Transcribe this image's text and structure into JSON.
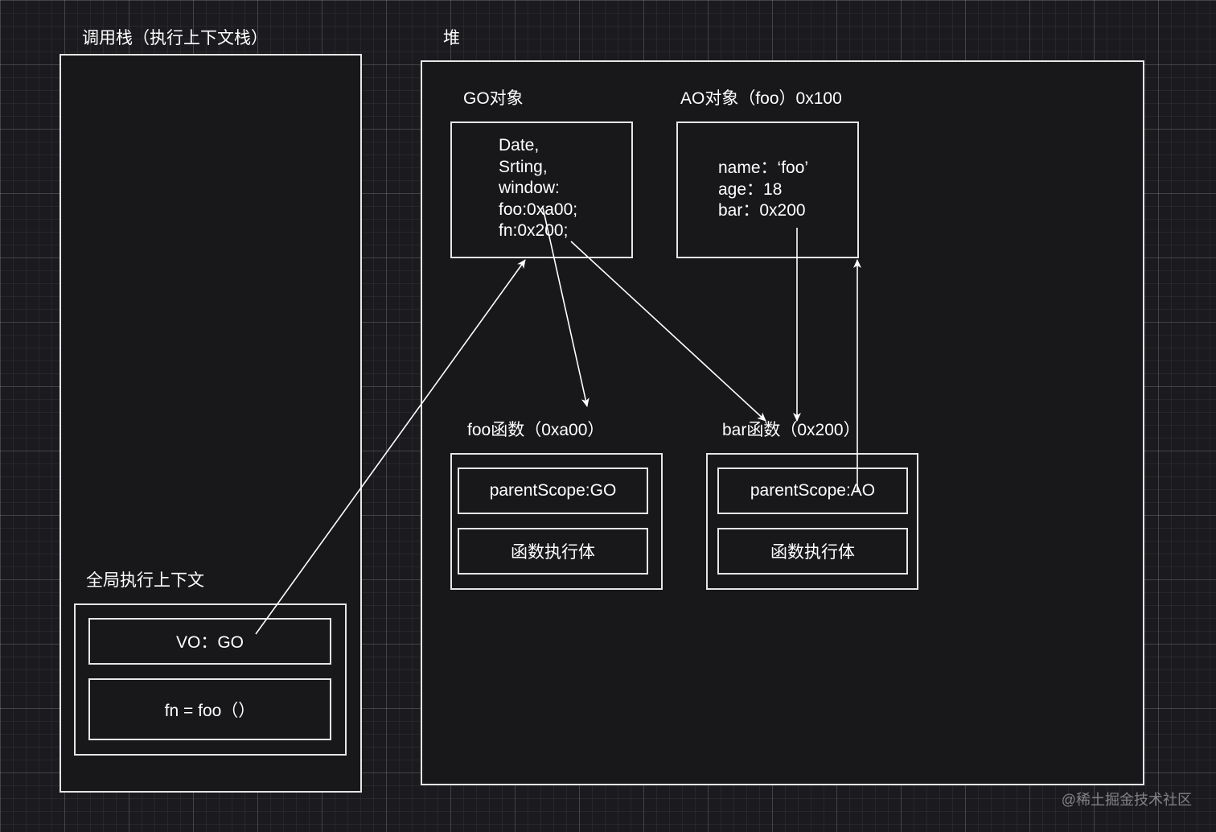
{
  "call_stack": {
    "title": "调用栈（执行上下文栈）",
    "global_context": {
      "title": "全局执行上下文",
      "vo": "VO：GO",
      "statement": "fn = foo（）"
    }
  },
  "heap": {
    "title": "堆",
    "go_object": {
      "title": "GO对象",
      "lines": [
        "Date,",
        "Srting,",
        "window:",
        "foo:0xa00;",
        "fn:0x200;"
      ]
    },
    "ao_object": {
      "title": "AO对象（foo）0x100",
      "lines": [
        "name：‘foo’",
        "age：18",
        "bar：0x200"
      ]
    },
    "foo_function": {
      "title": "foo函数（0xa00）",
      "scope": "parentScope:GO",
      "body": "函数执行体"
    },
    "bar_function": {
      "title": "bar函数（0x200）",
      "scope": "parentScope:AO",
      "body": "函数执行体"
    }
  },
  "watermark": "@稀土掘金技术社区",
  "colors": {
    "background": "#1b1b1f",
    "stroke": "#e6e6e6",
    "text": "#ffffff"
  }
}
